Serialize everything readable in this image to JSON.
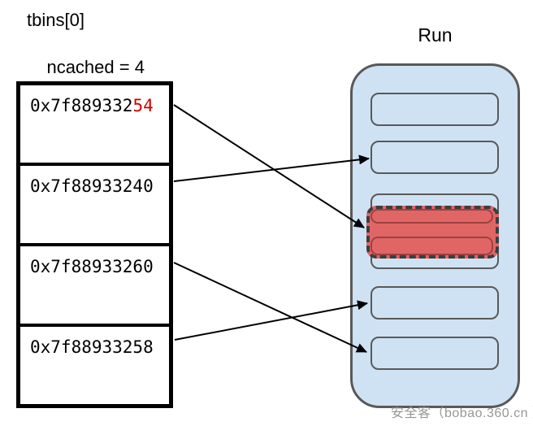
{
  "diagram": {
    "bin": {
      "title_line1": "tbins[0]",
      "title_line2": "ncached = 4",
      "entries": [
        {
          "prefix": "0x7f889332",
          "highlight": "54",
          "full": "0x7f88933254",
          "points_to": "overlap-region"
        },
        {
          "prefix": "0x7f88933240",
          "highlight": "",
          "full": "0x7f88933240",
          "points_to": "run-slot-2"
        },
        {
          "prefix": "0x7f88933260",
          "highlight": "",
          "full": "0x7f88933260",
          "points_to": "run-slot-5"
        },
        {
          "prefix": "0x7f88933258",
          "highlight": "",
          "full": "0x7f88933258",
          "points_to": "run-slot-4"
        }
      ]
    },
    "run": {
      "label": "Run",
      "slot_count": 5,
      "overlap_slot_index": 3,
      "overlap_chunk_count": 2
    },
    "watermark": "安全客（bobao.360.cn ）",
    "colors": {
      "region_fill": "#cfe2f3",
      "region_border": "#595959",
      "overlap_fill": "#e06666",
      "overlap_dash_border": "#3d3d3d",
      "overlap_chunk_border": "#9e4040",
      "address_highlight": "#cc0000",
      "text": "#000000",
      "watermark": "#8c8c8c"
    }
  }
}
